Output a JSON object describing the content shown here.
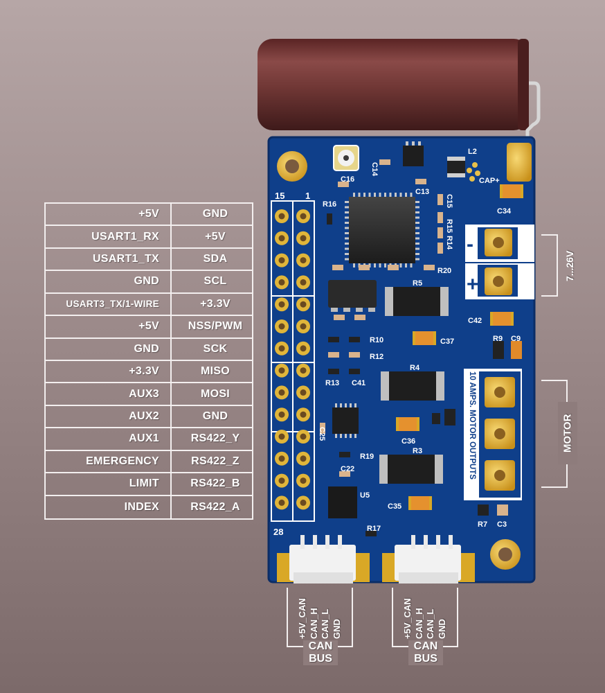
{
  "pin_table": {
    "rows": [
      {
        "left": "+5V",
        "right": "GND"
      },
      {
        "left": "USART1_RX",
        "right": "+5V"
      },
      {
        "left": "USART1_TX",
        "right": "SDA"
      },
      {
        "left": "GND",
        "right": "SCL"
      },
      {
        "left": "USART3_TX/1-WIRE",
        "right": "+3.3V"
      },
      {
        "left": "+5V",
        "right": "NSS/PWM"
      },
      {
        "left": "GND",
        "right": "SCK"
      },
      {
        "left": "+3.3V",
        "right": "MISO"
      },
      {
        "left": "AUX3",
        "right": "MOSI"
      },
      {
        "left": "AUX2",
        "right": "GND"
      },
      {
        "left": "AUX1",
        "right": "RS422_Y"
      },
      {
        "left": "EMERGENCY",
        "right": "RS422_Z"
      },
      {
        "left": "LIMIT",
        "right": "RS422_B"
      },
      {
        "left": "INDEX",
        "right": "RS422_A"
      }
    ]
  },
  "header_pins": {
    "first": "15",
    "second": "1",
    "last": "28"
  },
  "power_label": "7...26V",
  "motor_label": "MOTOR",
  "motor_outputs_label": "10 AMPS. MOTOR OUTPUTS",
  "can_pins": [
    "+5V_CAN",
    "CAN_H",
    "CAN_L",
    "GND"
  ],
  "can_bus_label": {
    "line1": "CAN",
    "line2": "BUS"
  },
  "components": {
    "c14": "C14",
    "l2": "L2",
    "cap_plus": "CAP+",
    "c16": "C16",
    "c13": "C13",
    "c15": "C15",
    "c34": "C34",
    "r16": "R16",
    "r15": "R15",
    "r14": "R14",
    "r20": "R20",
    "r5": "R5",
    "c42": "C42",
    "r10": "R10",
    "c37": "C37",
    "r9": "R9",
    "c9": "C9",
    "r12": "R12",
    "r13": "R13",
    "c41": "C41",
    "r4": "R4",
    "c25": "C25",
    "c36": "C36",
    "r19": "R19",
    "r3": "R3",
    "c22": "C22",
    "u5": "U5",
    "c35": "C35",
    "r7": "R7",
    "c3": "C3",
    "r17": "R17"
  },
  "polarity": {
    "minus": "-",
    "plus": "+"
  },
  "colors": {
    "pcb": "#0f3f8a",
    "pad_gold": "#d9a826",
    "capacitor": "#6e2f2e",
    "connector": "#f2f2f2",
    "silkscreen": "#ffffff"
  }
}
